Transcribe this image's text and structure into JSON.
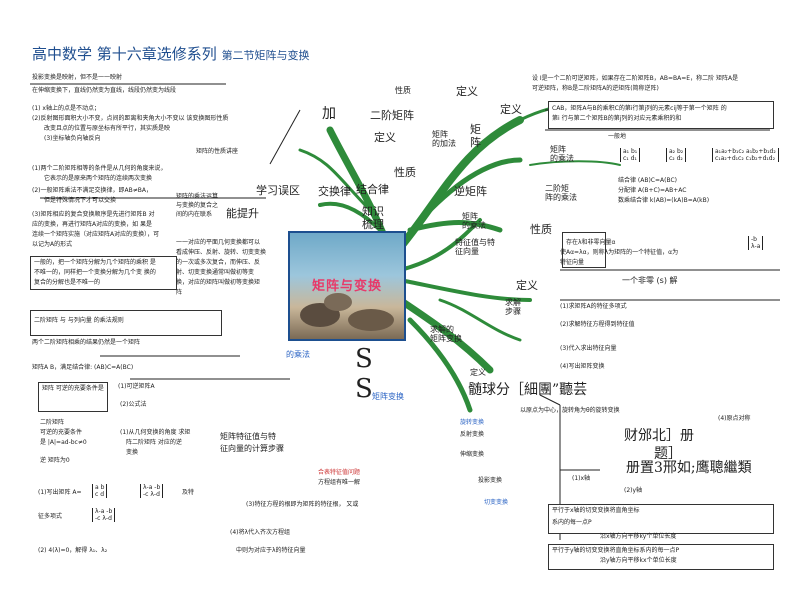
{
  "header": {
    "title": "高中数学 第十六章选修系列",
    "section": "第二节矩阵与变换"
  },
  "center": {
    "photo_banner": "矩阵与变换",
    "knowledge": "知识\n梳理",
    "review": "学习误区",
    "improve": "能提升",
    "bottom_label": "的乘法",
    "bottom_rot": "矩阵变换"
  },
  "nodes": {
    "dingyi_top": "定义",
    "jiuzhen": "矩\n阵",
    "dingyi_2": "定义",
    "dingyi_3": "定义",
    "xingzhi": "性质",
    "fanxi": "逆矩阵",
    "juzhen_chengfa": "矩阵\n的乘法",
    "erjie": "二阶矩\n阵的乘法",
    "xingzhi_2": "性质",
    "tezheng": "特征值与特\n征向量",
    "juzhen_jiafa": "矩阵\n的加法",
    "erjie_fanzhen": "二阶矩阵",
    "xingzhi_r": "性质",
    "jielian": "结合律",
    "jiaohuan": "交换律",
    "jiaoxiang": "求解的\n矩阵变换",
    "dingyi_r1": "定义",
    "dingyi_r2": "定义",
    "dingyi_mid": "定义",
    "qiujie": "求解\n步骤",
    "jia": "加"
  },
  "left": {
    "l1": "投影变换是映射，但不是一一映射",
    "l2": "在伸缩变换下，直线仍然变为直线，线段仍然变为线段",
    "l3": "(1) x轴上的点是不动点；",
    "l4": "(2)反射图形面积大小不变，点间的距离和夹角大小不变以 该变换图形性质",
    "l5": "改变且点的位置与原坐标有所平行，其实质是映",
    "l6": "(3)坐标轴负向轴反向",
    "l7": "矩阵的性质讲座",
    "l8": "(1)两个二阶矩阵相等的条件是从几何的角度来说，",
    "l9": "它表示的是原来两个矩阵的连续两次变换",
    "l10": "(2)一般矩阵乘法不满足交换律，即AB≠BA，",
    "l11": "但是特殊情况下才可以交换",
    "l12": "(3)矩阵相应的复合变换顺序是先进行矩阵B 对",
    "l13": "应的变换，再进行矩阵A对应的变换，如 果是",
    "l14": "连续一个矩阵实施（对应矩阵A对应的变换），可",
    "l15": "以记为A的形式",
    "l16": "一般的，把一个矩阵分解为几个矩阵的乘积 是",
    "l17": "不唯一的，同样把一个变换分解为几个变 换的",
    "l18": "复合的分解也是不唯一的",
    "l19": "二阶矩阵 与 与列向量 的乘法规则",
    "l20": "两个二阶矩阵相乘的结果仍然是一个矩阵",
    "l21": "矩阵A B，满足结合律: (AB)C=A(BC)",
    "mid1": "矩阵的乘法运算",
    "mid2": "与变换的复合之",
    "mid3": "间的内在联系",
    "mid4": "一一对应的平面几何变换都可以",
    "mid5": "看成伸压、反射、旋转、切变变换",
    "mid6": "的一次或多次复合，而伸压、反",
    "mid7": "射、切变变换通常叫做初等变",
    "mid8": "换，对应的矩阵叫做初等变换矩",
    "mid9": "阵"
  },
  "bottom_left": {
    "b1": "矩阵 可逆的充要条件是 ",
    "b2": "(1)可逆矩阵A",
    "b3": "(2)公式法",
    "b4": "二阶矩阵",
    "b5": "可逆的充要条件",
    "b6": "是 |A|=ad-bc≠0",
    "b7": "逆 矩阵为0",
    "b8": "(1)从几何变换的角度 求矩",
    "b9": "阵二阶矩阵 对应的逆",
    "b10": "变换",
    "b11": "(1)写出矩阵 A=",
    "b12": "及特",
    "b13": "征多项式",
    "b14": "(2) 4(λ)=0，解得 λ₁、λ₂",
    "b15": "矩阵特征值与特",
    "b16": "征向量的计算步骤",
    "b17": "合表特征值问题",
    "b18": "方程组有唯一解",
    "b19": "(3)特征方程的根即为矩阵的特征根， 又或",
    "b20": "(4)将λ代入齐次方程组",
    "b21": "中则为对应于λ的特征向量"
  },
  "right": {
    "r1": "设 I是一个二阶可逆矩阵，如果存在二阶矩阵B，AB=BA=E，称二阶 矩阵A是",
    "r2": "可逆矩阵，称B是二阶矩阵A的逆矩阵(简称逆阵)",
    "r3": "CAB，矩阵A与B的乘积C的第i行第j列的元素cij等于第一个矩阵 的",
    "r4": "第i 行与第二个矩阵B的第j列的对应元素乘积的和",
    "r5": "一般地",
    "r6": "结合律 (AB)C=A(BC)",
    "r7": "分配律 A(B+C)=AB+AC",
    "r8": "数乘结合律 k(AB)=(kA)B=A(kB)",
    "r9": "存在λ和非零向量α",
    "r10": "使Aα=λα，则称λ为矩阵的一个特征值，α为",
    "r11": "特征向量",
    "r12": "一个非零 (s) 解",
    "r13": "(1)求矩阵A的特征多项式",
    "r14": "(2)求解特征方程得到特征值",
    "r15": "(3)代入求出特征向量",
    "r16": "(4)写出矩阵变换",
    "r17": "髄球分［細團”聽芸",
    "r18": "以原点为中心，旋转角为θ的旋转变换",
    "r19": "(4)原点对称",
    "r20": "旋转变换",
    "r21": "反射变换",
    "r22": "财邠北］册",
    "r23": "题］",
    "r24": "册置3邢如;鹰聰繼類",
    "r25": "伸缩变换",
    "r26": "投影变换",
    "r27": "切变变换",
    "r28": "(1)x轴",
    "r29": "(2)y轴",
    "r30": "平行于x轴的切变变换将直角坐标",
    "r31": "系内的每一点P",
    "r32": "沿x轴方向平移ky个单位长度",
    "r33": "平行于y轴的切变变换将直角坐标系内的每一点P",
    "r34": "沿y轴方向平移kx个单位长度"
  }
}
